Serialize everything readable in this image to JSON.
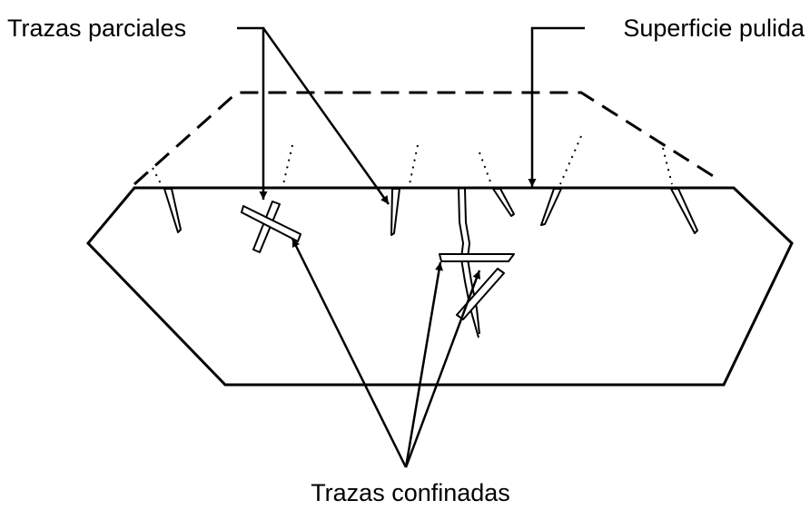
{
  "labels": {
    "partial_tracks": "Trazas parciales",
    "polished_surface": "Superficie pulida",
    "confined_tracks": "Trazas confinadas"
  },
  "colors": {
    "ink": "#000000",
    "background": "#ffffff"
  }
}
